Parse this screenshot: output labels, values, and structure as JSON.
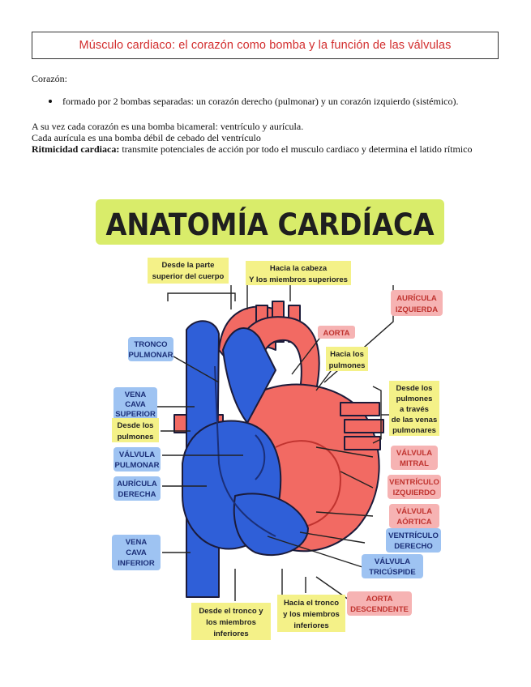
{
  "doc": {
    "title": "Músculo cardiaco: el corazón como bomba y la función de las válvulas",
    "intro": "Corazón:",
    "bullet": "formado por 2 bombas separadas: un corazón derecho (pulmonar) y un corazón izquierdo (sistémico).",
    "line1": "A su vez cada corazón es una bomba bicameral: ventrículo y aurícula.",
    "line2": "Cada aurícula es una bomba débil de cebado del ventrículo",
    "line3_bold": "Ritmicidad cardiaca:",
    "line3_rest": " transmite potenciales de acción por todo el musculo cardiaco y determina el latido rítmico"
  },
  "figure": {
    "heading": "ANATOMÍA CARDÍACA",
    "labels": {
      "desde_parte_sup_1": "Desde la parte",
      "desde_parte_sup_2": "superior del cuerpo",
      "hacia_cabeza_1": "Hacia la cabeza",
      "hacia_cabeza_2": "Y los miembros superiores",
      "auricula_izq_1": "AURÍCULA",
      "auricula_izq_2": "IZQUIERDA",
      "tronco_pulmonar_1": "TRONCO",
      "tronco_pulmonar_2": "PULMONAR",
      "aorta": "AORTA",
      "hacia_pulmones_1": "Hacia los",
      "hacia_pulmones_2": "pulmones",
      "vena_cava_sup_1": "VENA",
      "vena_cava_sup_2": "CAVA",
      "vena_cava_sup_3": "SUPERIOR",
      "desde_venas_pulm_1": "Desde los",
      "desde_venas_pulm_2": "pulmones",
      "desde_venas_pulm_3": "a través",
      "desde_venas_pulm_4": "de las venas",
      "desde_venas_pulm_5": "pulmonares",
      "desde_pulmones_1": "Desde los",
      "desde_pulmones_2": "pulmones",
      "valvula_mitral_1": "VÁLVULA",
      "valvula_mitral_2": "MITRAL",
      "valvula_pulmonar_1": "VÁLVULA",
      "valvula_pulmonar_2": "PULMONAR",
      "ventriculo_izq_1": "VENTRÍCULO",
      "ventriculo_izq_2": "IZQUIERDO",
      "auricula_der_1": "AURÍCULA",
      "auricula_der_2": "DERECHA",
      "valvula_aortica_1": "VÁLVULA",
      "valvula_aortica_2": "AÓRTICA",
      "ventriculo_der_1": "VENTRÍCULO",
      "ventriculo_der_2": "DERECHO",
      "vena_cava_inf_1": "VENA",
      "vena_cava_inf_2": "CAVA",
      "vena_cava_inf_3": "INFERIOR",
      "valvula_tricuspide_1": "VÁLVULA",
      "valvula_tricuspide_2": "TRICÚSPIDE",
      "aorta_desc_1": "AORTA",
      "aorta_desc_2": "DESCENDENTE",
      "desde_tronco_1": "Desde el tronco y",
      "desde_tronco_2": "los miembros",
      "desde_tronco_3": "inferiores",
      "hacia_tronco_1": "Hacia el tronco",
      "hacia_tronco_2": "y los miembros",
      "hacia_tronco_3": "inferiores"
    },
    "colors": {
      "yellow": "#f4f188",
      "heading_bg": "#d9ec6a",
      "blue": "#2f5fd8",
      "blue_dark": "#1b2f78",
      "red": "#f26a63",
      "red_dark": "#c0332f",
      "pink_label": "#f6b3b3",
      "blue_label": "#9ec3f2"
    }
  }
}
